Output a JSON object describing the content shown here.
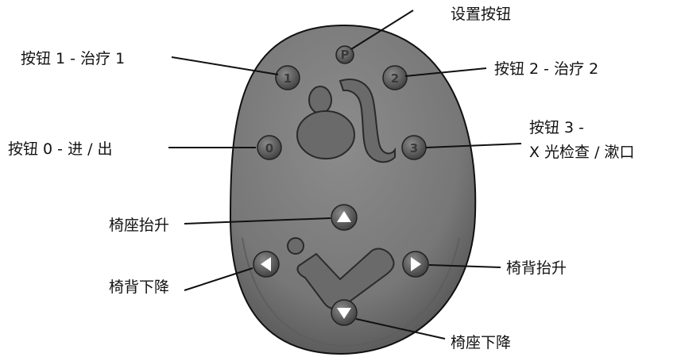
{
  "labels": {
    "setup": "设置按钮",
    "btn1": "按钮 1 - 治疗 1",
    "btn2": "按钮 2 - 治疗 2",
    "btn0": "按钮 0 - 进 / 出",
    "btn3_line1": "按钮 3 -",
    "btn3_line2": "X 光检查 / 漱口",
    "seat_up": "椅座抬升",
    "back_down": "椅背下降",
    "back_up": "椅背抬升",
    "seat_down": "椅座下降"
  },
  "buttons": {
    "setup": "P",
    "b1": "1",
    "b2": "2",
    "b0": "0",
    "b3": "3"
  },
  "colors": {
    "body": "#7a7a7a",
    "button": "#5a5a5a",
    "outline": "#111111"
  }
}
